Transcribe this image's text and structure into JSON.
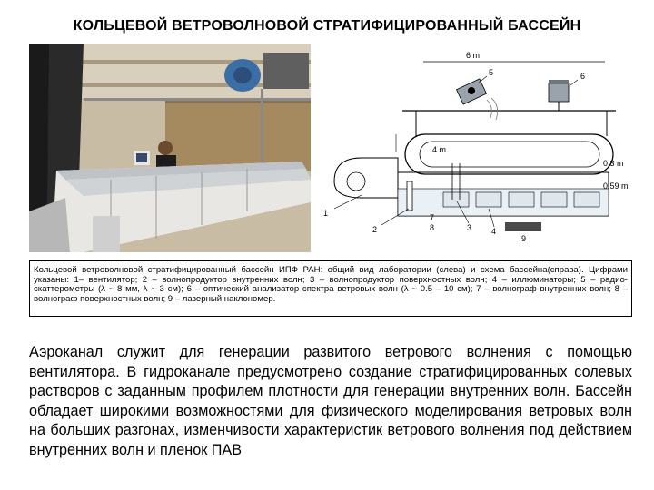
{
  "title": "КОЛЬЦЕВОЙ ВЕТРОВОЛНОВОЙ СТРАТИФИЦИРОВАННЫЙ БАССЕЙН",
  "diagram": {
    "dim_6m": "6 m",
    "dim_4m": "4 m",
    "dim_03m": "0.3 m",
    "dim_059m": "0.59 m",
    "labels": [
      "1",
      "2",
      "3",
      "4",
      "5",
      "6",
      "7",
      "8",
      "9"
    ]
  },
  "caption": "Кольцевой ветроволновой стратифицированный бассейн ИПФ РАН: общий вид лаборатории (слева) и схема бассейна(справа). Цифрами указаны: 1– вентилятор; 2 – волнопродуктор внутренних волн; 3 – волнопродуктор поверхностных волн; 4 – иллюминаторы; 5 – радио-скаттерометры (λ ~ 8 мм, λ ~ 3 см); 6 – оптический анализатор спектра ветровых волн (λ ~ 0.5 – 10 см); 7 – волнограф внутренних волн; 8 – волнограф поверхностных волн; 9 – лазерный наклономер.",
  "body": "Аэроканал служит для генерации развитого ветрового волнения с помощью вентилятора. В гидроканале предусмотрено создание стратифицированных солевых растворов с заданным профилем плотности для генерации внутренних волн. Бассейн обладает широкими возможностями для физического моделирования ветровых волн на больших разгонах, изменчивости характеристик ветрового волнения под действием внутренних волн и пленок ПАВ"
}
